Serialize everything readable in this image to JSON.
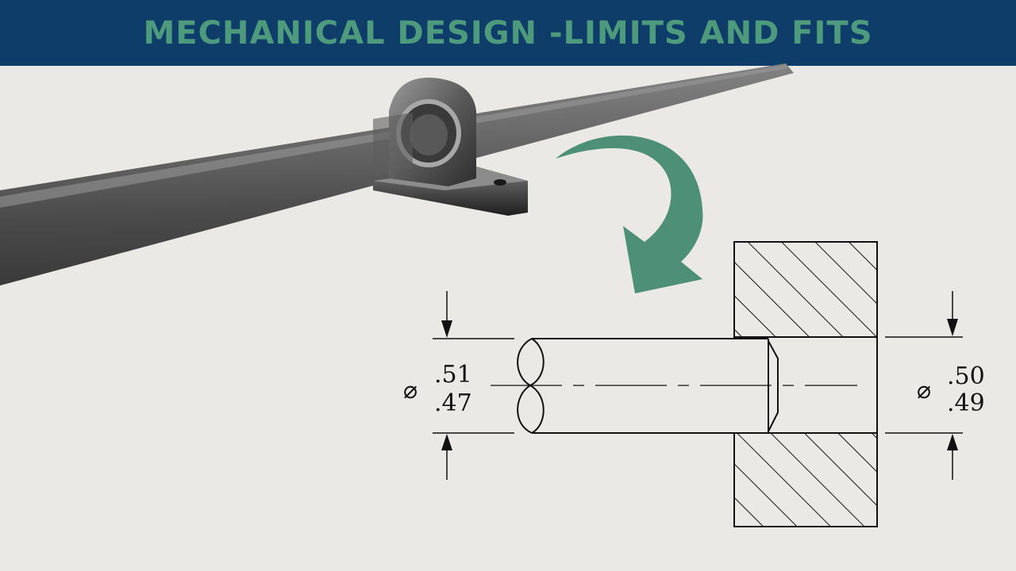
{
  "header": {
    "title": "MECHANICAL DESIGN -LIMITS AND FITS"
  },
  "colors": {
    "banner_bg": "#0f3d6a",
    "title_text": "#4e9a7d",
    "arrow": "#4e8f78",
    "background": "#ebe9e6"
  },
  "illustration": {
    "subject": "shaft-in-pillow-block-bearing"
  },
  "drawing": {
    "shaft_dimension": {
      "symbol": "⌀",
      "upper": ".51",
      "lower": ".47"
    },
    "hole_dimension": {
      "symbol": "⌀",
      "upper": ".50",
      "lower": ".49"
    }
  }
}
